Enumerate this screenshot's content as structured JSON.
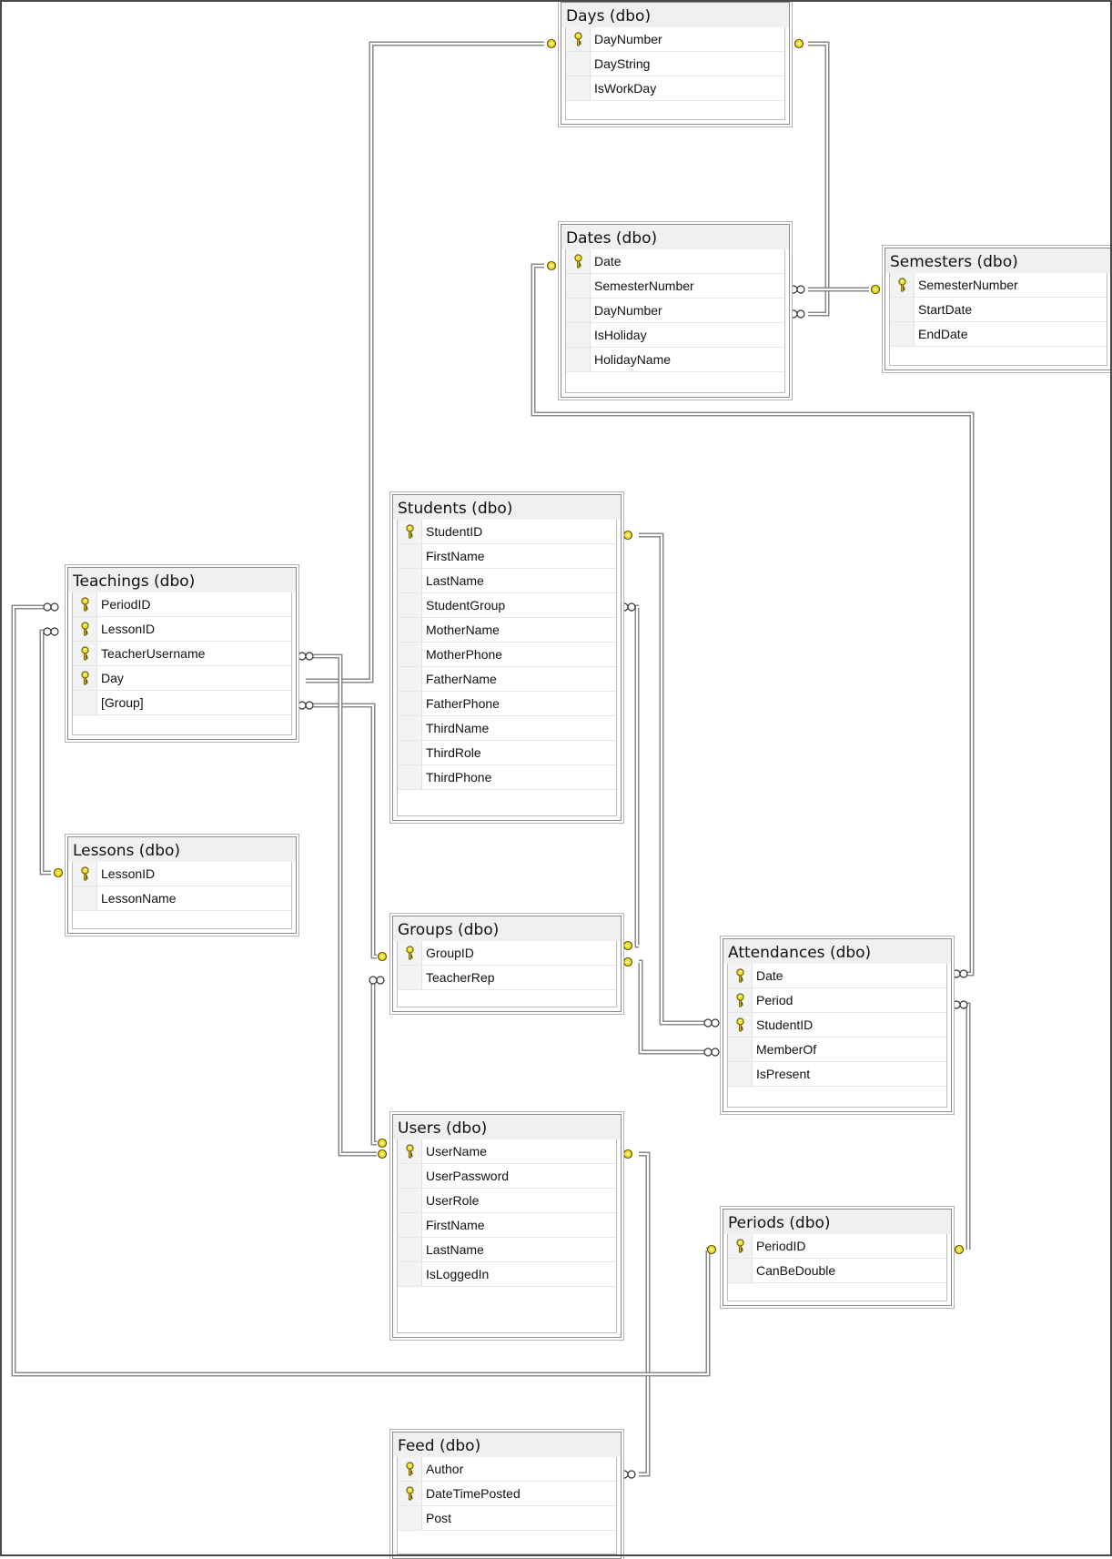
{
  "diagram": {
    "tables": [
      {
        "id": "days",
        "title": "Days (dbo)",
        "columns": [
          {
            "name": "DayNumber",
            "pk": true
          },
          {
            "name": "DayString",
            "pk": false
          },
          {
            "name": "IsWorkDay",
            "pk": false
          }
        ]
      },
      {
        "id": "dates",
        "title": "Dates (dbo)",
        "columns": [
          {
            "name": "Date",
            "pk": true
          },
          {
            "name": "SemesterNumber",
            "pk": false
          },
          {
            "name": "DayNumber",
            "pk": false
          },
          {
            "name": "IsHoliday",
            "pk": false
          },
          {
            "name": "HolidayName",
            "pk": false
          }
        ]
      },
      {
        "id": "semesters",
        "title": "Semesters (dbo)",
        "columns": [
          {
            "name": "SemesterNumber",
            "pk": true
          },
          {
            "name": "StartDate",
            "pk": false
          },
          {
            "name": "EndDate",
            "pk": false
          }
        ]
      },
      {
        "id": "students",
        "title": "Students (dbo)",
        "columns": [
          {
            "name": "StudentID",
            "pk": true
          },
          {
            "name": "FirstName",
            "pk": false
          },
          {
            "name": "LastName",
            "pk": false
          },
          {
            "name": "StudentGroup",
            "pk": false
          },
          {
            "name": "MotherName",
            "pk": false
          },
          {
            "name": "MotherPhone",
            "pk": false
          },
          {
            "name": "FatherName",
            "pk": false
          },
          {
            "name": "FatherPhone",
            "pk": false
          },
          {
            "name": "ThirdName",
            "pk": false
          },
          {
            "name": "ThirdRole",
            "pk": false
          },
          {
            "name": "ThirdPhone",
            "pk": false
          }
        ]
      },
      {
        "id": "teachings",
        "title": "Teachings (dbo)",
        "columns": [
          {
            "name": "PeriodID",
            "pk": true
          },
          {
            "name": "LessonID",
            "pk": true
          },
          {
            "name": "TeacherUsername",
            "pk": true
          },
          {
            "name": "Day",
            "pk": true
          },
          {
            "name": "[Group]",
            "pk": false
          }
        ]
      },
      {
        "id": "lessons",
        "title": "Lessons (dbo)",
        "columns": [
          {
            "name": "LessonID",
            "pk": true
          },
          {
            "name": "LessonName",
            "pk": false
          }
        ]
      },
      {
        "id": "groups",
        "title": "Groups (dbo)",
        "columns": [
          {
            "name": "GroupID",
            "pk": true
          },
          {
            "name": "TeacherRep",
            "pk": false
          }
        ]
      },
      {
        "id": "attendances",
        "title": "Attendances (dbo)",
        "columns": [
          {
            "name": "Date",
            "pk": true
          },
          {
            "name": "Period",
            "pk": true
          },
          {
            "name": "StudentID",
            "pk": true
          },
          {
            "name": "MemberOf",
            "pk": false
          },
          {
            "name": "IsPresent",
            "pk": false
          }
        ]
      },
      {
        "id": "users",
        "title": "Users (dbo)",
        "columns": [
          {
            "name": "UserName",
            "pk": true
          },
          {
            "name": "UserPassword",
            "pk": false
          },
          {
            "name": "UserRole",
            "pk": false
          },
          {
            "name": "FirstName",
            "pk": false
          },
          {
            "name": "LastName",
            "pk": false
          },
          {
            "name": "IsLoggedIn",
            "pk": false
          }
        ]
      },
      {
        "id": "periods",
        "title": "Periods (dbo)",
        "columns": [
          {
            "name": "PeriodID",
            "pk": true
          },
          {
            "name": "CanBeDouble",
            "pk": false
          }
        ]
      },
      {
        "id": "feed",
        "title": "Feed (dbo)",
        "columns": [
          {
            "name": "Author",
            "pk": true
          },
          {
            "name": "DateTimePosted",
            "pk": true
          },
          {
            "name": "Post",
            "pk": false
          }
        ]
      }
    ],
    "relationships": [
      {
        "id": "teachings-day-to-days",
        "from": "Teachings.Day",
        "to": "Days.DayNumber"
      },
      {
        "id": "dates-daynumber-to-days",
        "from": "Dates.DayNumber",
        "to": "Days.DayNumber"
      },
      {
        "id": "dates-semester-to-semesters",
        "from": "Dates.SemesterNumber",
        "to": "Semesters.SemesterNumber"
      },
      {
        "id": "attendances-date-to-dates",
        "from": "Attendances.Date",
        "to": "Dates.Date"
      },
      {
        "id": "attendances-studentid-to-students",
        "from": "Attendances.StudentID",
        "to": "Students.StudentID"
      },
      {
        "id": "students-group-to-groups",
        "from": "Students.StudentGroup",
        "to": "Groups.GroupID"
      },
      {
        "id": "attendances-memberof-to-groups",
        "from": "Attendances.MemberOf",
        "to": "Groups.GroupID"
      },
      {
        "id": "teachings-group-to-groups",
        "from": "Teachings.[Group]",
        "to": "Groups.GroupID"
      },
      {
        "id": "teachings-teacher-to-users",
        "from": "Teachings.TeacherUsername",
        "to": "Users.UserName"
      },
      {
        "id": "groups-teacherrep-to-users",
        "from": "Groups.TeacherRep",
        "to": "Users.UserName"
      },
      {
        "id": "feed-author-to-users",
        "from": "Feed.Author",
        "to": "Users.UserName"
      },
      {
        "id": "teachings-lessonid-to-lessons",
        "from": "Teachings.LessonID",
        "to": "Lessons.LessonID"
      },
      {
        "id": "teachings-periodid-to-periods",
        "from": "Teachings.PeriodID",
        "to": "Periods.PeriodID"
      },
      {
        "id": "attendances-period-to-periods",
        "from": "Attendances.Period",
        "to": "Periods.PeriodID"
      }
    ],
    "colors": {
      "key_icon": "#f2df1e",
      "link_outline": "#8a8a8a",
      "title_bar": "#f0f0f0"
    }
  }
}
